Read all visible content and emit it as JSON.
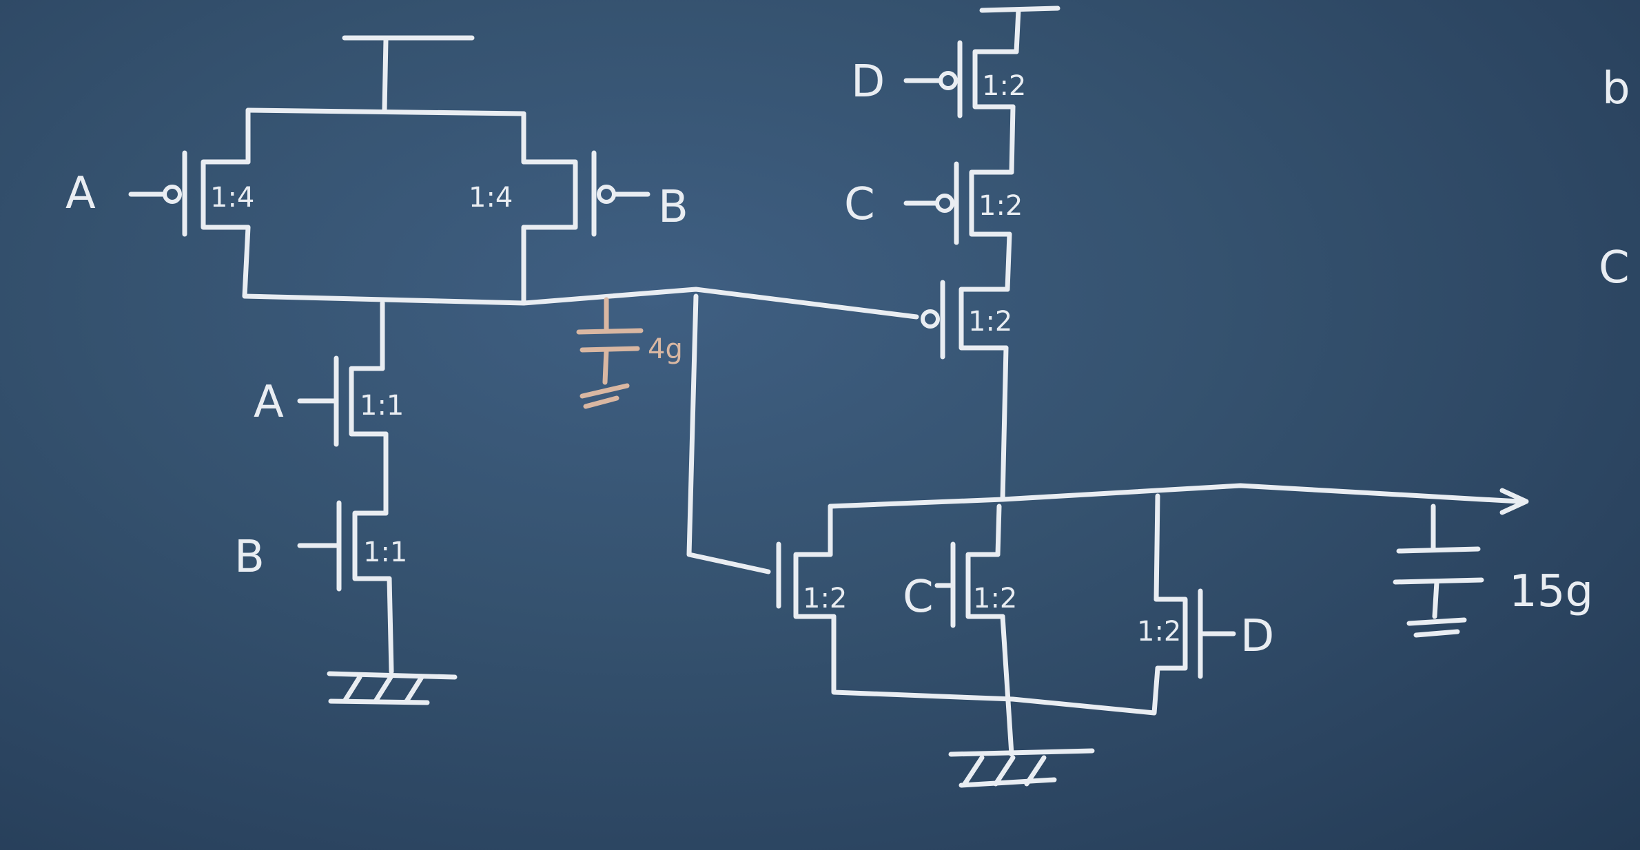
{
  "diagram": {
    "pmos_top_left": {
      "gate": "A",
      "ratio": "1:4"
    },
    "pmos_top_right": {
      "gate": "B",
      "ratio": "1:4"
    },
    "nmos_left_1": {
      "gate": "A",
      "ratio": "1:1"
    },
    "nmos_left_2": {
      "gate": "B",
      "ratio": "1:1"
    },
    "cap_internal": {
      "value": "4g"
    },
    "pmos_stack_1": {
      "gate": "D",
      "ratio": "1:2"
    },
    "pmos_stack_2": {
      "gate": "C",
      "ratio": "1:2"
    },
    "pmos_stack_3": {
      "ratio": "1:2"
    },
    "nmos_right_1": {
      "ratio": "1:2"
    },
    "nmos_right_2": {
      "gate": "C",
      "ratio": "1:2"
    },
    "nmos_right_3": {
      "gate": "D",
      "ratio": "1:2"
    },
    "cap_output": {
      "value": "15g"
    },
    "edge_partial_1": "b",
    "edge_partial_2": "C"
  }
}
